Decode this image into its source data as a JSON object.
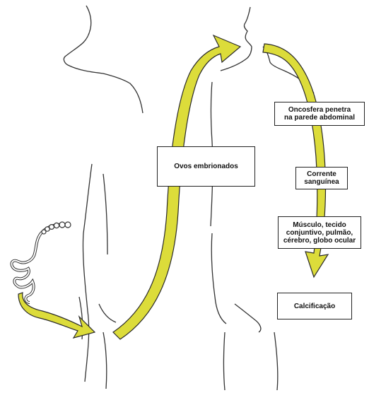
{
  "colors": {
    "arrow_fill": "#dcdc3a",
    "arrow_stroke": "#2a2a2a",
    "outline": "#333333"
  },
  "labels": {
    "ovos": "Ovos embrionados",
    "oncosfera": "Oncosfera penetra\nna parede abdominal",
    "corrente": "Corrente\nsanguínea",
    "musculo": "Músculo, tecido\nconjuntivo, pulmão,\ncérebro, globo ocular",
    "calcificacao": "Calcificação"
  },
  "icons": [
    "tapeworm-icon",
    "human-silhouette-left",
    "human-silhouette-right"
  ]
}
